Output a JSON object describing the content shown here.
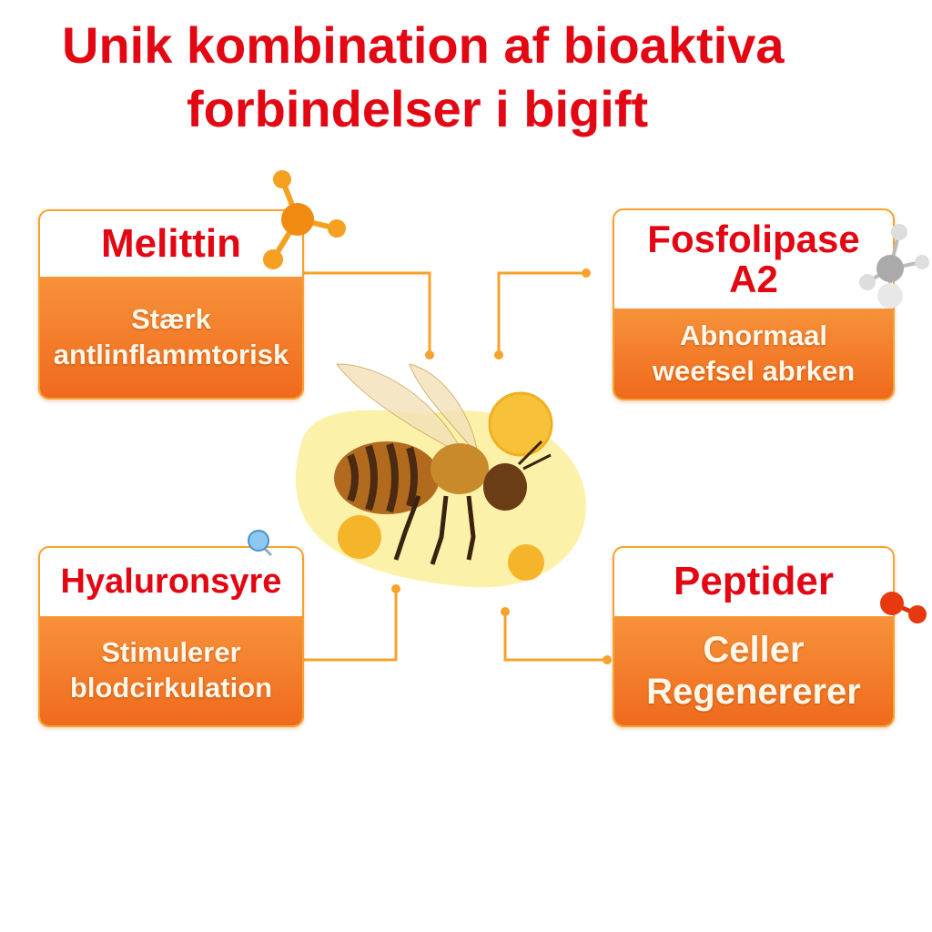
{
  "title": {
    "line1": "Unik kombination af bioaktiva",
    "line2": "forbindelser i bigift"
  },
  "cards": [
    {
      "name": "Melittin",
      "desc_line1": "Stærk",
      "desc_line2": "antlinflammtorisk",
      "icon": "molecule-orange-icon"
    },
    {
      "name_line1": "Fosfolipase",
      "name_line2": "A2",
      "desc_line1": "Abnormaal",
      "desc_line2": "weefsel abrken",
      "icon": "molecule-silver-icon"
    },
    {
      "name": "Hyaluronsyre",
      "desc_line1": "Stimulerer",
      "desc_line2": "blodcirkulation",
      "icon": "molecule-blue-icon"
    },
    {
      "name": "Peptider",
      "desc_line1": "Celler",
      "desc_line2": "Regenererer",
      "icon": "molecule-red-icon"
    }
  ],
  "colors": {
    "title": "#e30613",
    "accent": "#f7a22c",
    "card_body": "#f07a26"
  }
}
